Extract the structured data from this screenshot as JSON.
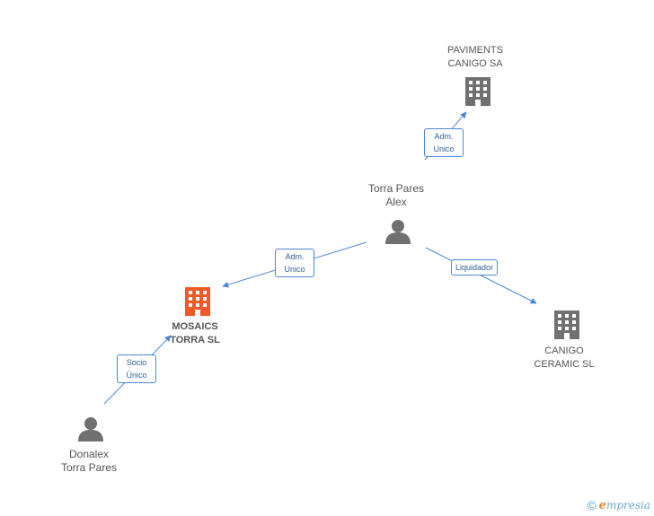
{
  "colors": {
    "edge": "#4a86d4",
    "company": "#707070",
    "main_company": "#f05a28",
    "person": "#707070"
  },
  "nodes": {
    "paviments": {
      "line1": "PAVIMENTS",
      "line2": "CANIGO SA",
      "icon": "building-icon"
    },
    "torra_pares_alex": {
      "line1": "Torra Pares",
      "line2": "Alex",
      "icon": "person-icon"
    },
    "mosaics": {
      "line1": "MOSAICS",
      "line2": "TORRA  SL",
      "icon": "building-icon"
    },
    "canigo_ceramic": {
      "line1": "CANIGO",
      "line2": "CERAMIC  SL",
      "icon": "building-icon"
    },
    "donalex": {
      "line1": "Donalex",
      "line2": "Torra Pares",
      "icon": "person-icon"
    }
  },
  "edges": {
    "alex_to_paviments": {
      "line1": "Adm.",
      "line2": "Unico"
    },
    "alex_to_mosaics": {
      "line1": "Adm.",
      "line2": "Unico"
    },
    "alex_to_canigo": {
      "line1": "Liquidador"
    },
    "donalex_to_mosaics": {
      "line1": "Socio",
      "line2": "Único"
    }
  },
  "brand": {
    "copyright": "©",
    "e": "e",
    "rest": "mpresia"
  }
}
